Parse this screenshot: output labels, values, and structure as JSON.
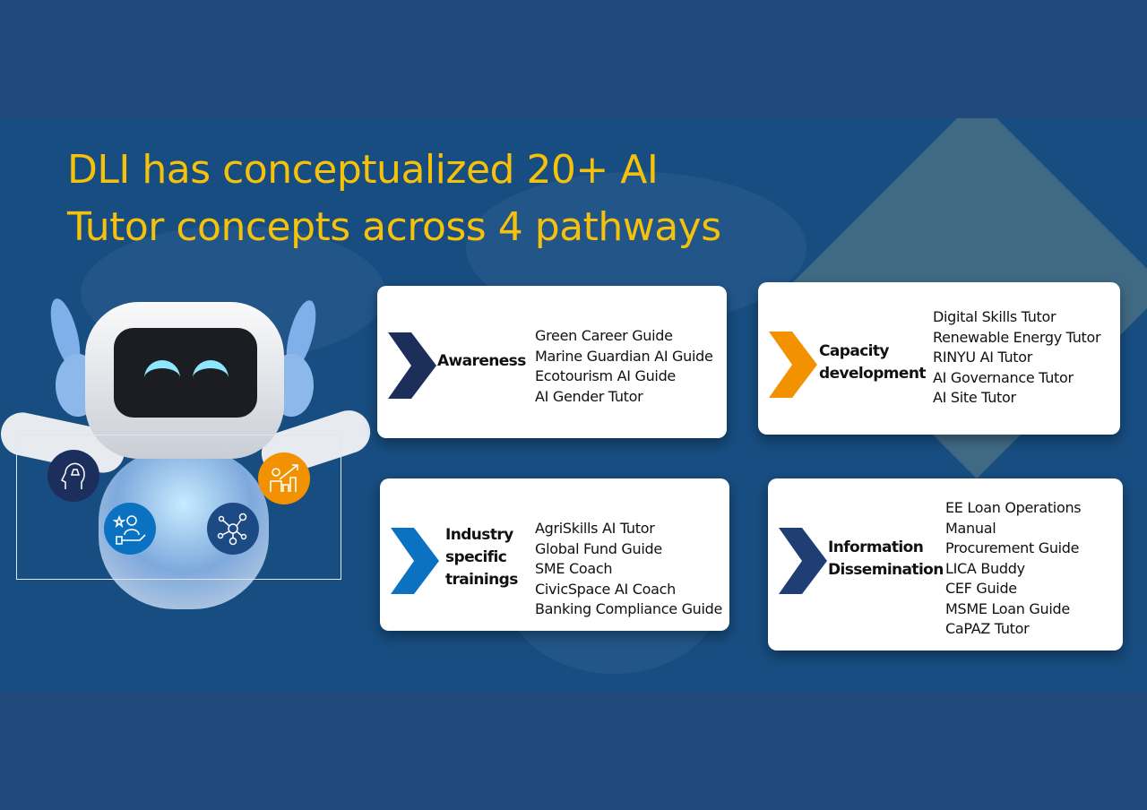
{
  "title": {
    "line1": "DLI has conceptualized 20+ AI",
    "line2": "Tutor concepts across 4 pathways"
  },
  "pathways": [
    {
      "name_lines": [
        "Awareness"
      ],
      "color": "#1b2f5a",
      "items": [
        "Green Career Guide",
        "Marine Guardian AI Guide",
        "Ecotourism AI Guide",
        "AI Gender Tutor"
      ]
    },
    {
      "name_lines": [
        "Capacity",
        "development"
      ],
      "color": "#f39200",
      "items": [
        "Digital Skills Tutor",
        "Renewable Energy Tutor",
        "RINYU AI Tutor",
        "AI Governance Tutor",
        "AI Site Tutor"
      ]
    },
    {
      "name_lines": [
        "Industry",
        "specific",
        "trainings"
      ],
      "color": "#0b72c2",
      "items": [
        "AgriSkills AI Tutor",
        "Global Fund Guide",
        "SME Coach",
        "CivicSpace AI Coach",
        "Banking Compliance Guide"
      ]
    },
    {
      "name_lines": [
        "Information",
        "Dissemination"
      ],
      "color": "#1f3f74",
      "items": [
        "EE Loan Operations",
        "Manual",
        "Procurement Guide",
        "LICA Buddy",
        "CEF Guide",
        "MSME Loan Guide",
        "CaPAZ Tutor"
      ]
    }
  ],
  "icons": [
    "head-bell-icon",
    "growth-chart-icon",
    "person-star-icon",
    "network-people-icon"
  ]
}
